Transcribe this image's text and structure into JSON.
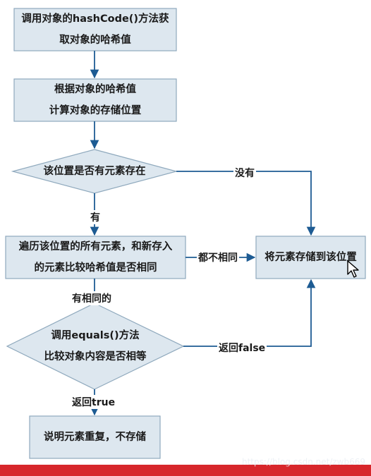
{
  "diagram": {
    "nodes": {
      "step1": [
        "调用对象的hashCode()方法获",
        "取对象的哈希值"
      ],
      "step2": [
        "根据对象的哈希值",
        "计算对象的存储位置"
      ],
      "decision1": [
        "该位置是否有元素存在"
      ],
      "step3": [
        "遍历该位置的所有元素，和新存入",
        "的元素比较哈希值是否相同"
      ],
      "store": [
        "将元素存储到该位置"
      ],
      "decision2": [
        "调用equals()方法",
        "比较对象内容是否相等"
      ],
      "end": [
        "说明元素重复，不存储"
      ]
    },
    "edge_labels": {
      "no": "没有",
      "yes": "有",
      "not_same": "都不相同",
      "has_same": "有相同的",
      "return_false": "返回false",
      "return_true": "返回true"
    }
  },
  "footer": {
    "watermark": "https://blog.csdn.net/zwb669"
  },
  "colors": {
    "box_fill": "#dde7ef",
    "box_stroke": "#8fa9bd",
    "arrow": "#1d5b93",
    "bottom_bar": "#d7262b"
  }
}
